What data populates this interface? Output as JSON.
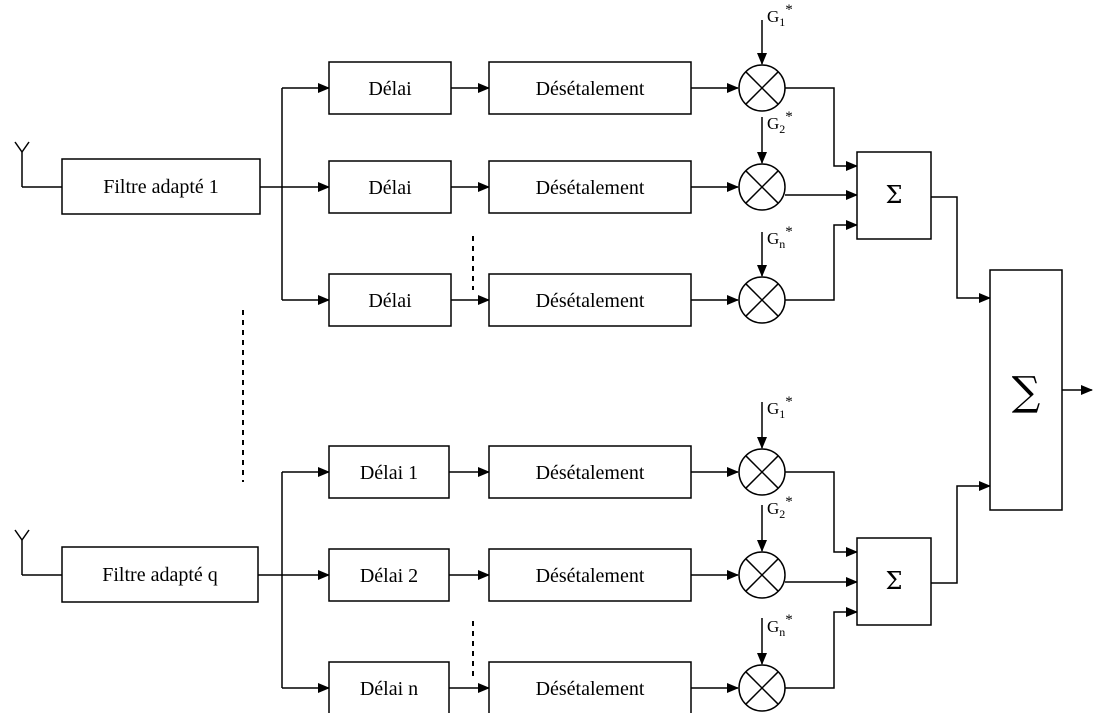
{
  "branches": [
    {
      "filter_label": "Filtre adapté 1",
      "paths": [
        {
          "delay": "Délai",
          "despread": "Désétalement",
          "gain": "G",
          "gain_sub": "1",
          "gain_sup": "*"
        },
        {
          "delay": "Délai",
          "despread": "Désétalement",
          "gain": "G",
          "gain_sub": "2",
          "gain_sup": "*"
        },
        {
          "delay": "Délai",
          "despread": "Désétalement",
          "gain": "G",
          "gain_sub": "n",
          "gain_sup": "*"
        }
      ],
      "sum_symbol": "Σ"
    },
    {
      "filter_label": "Filtre adapté q",
      "paths": [
        {
          "delay": "Délai 1",
          "despread": "Désétalement",
          "gain": "G",
          "gain_sub": "1",
          "gain_sup": "*"
        },
        {
          "delay": "Délai 2",
          "despread": "Désétalement",
          "gain": "G",
          "gain_sub": "2",
          "gain_sup": "*"
        },
        {
          "delay": "Délai n",
          "despread": "Désétalement",
          "gain": "G",
          "gain_sub": "n",
          "gain_sup": "*"
        }
      ],
      "sum_symbol": "Σ"
    }
  ],
  "final_sum_symbol": "∑"
}
